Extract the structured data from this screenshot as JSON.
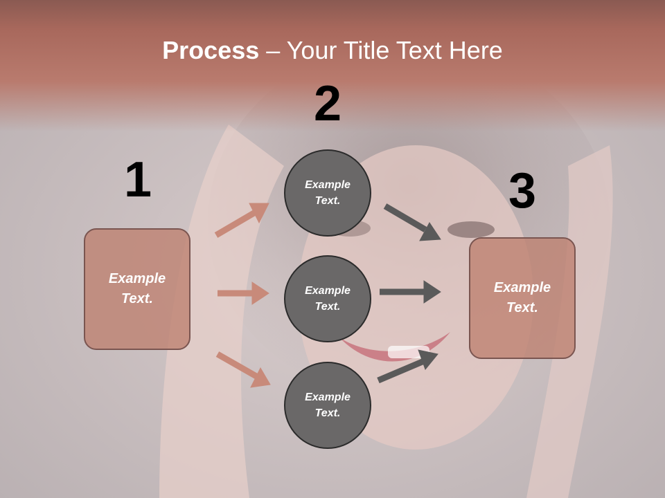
{
  "title": {
    "bold": "Process",
    "rest": " – Your Title Text Here"
  },
  "steps": {
    "one": "1",
    "two": "2",
    "three": "3"
  },
  "nodes": {
    "left_box": "Example Text.",
    "circle_top": "Example Text.",
    "circle_middle": "Example Text.",
    "circle_bottom": "Example Text.",
    "right_box": "Example Text."
  },
  "colors": {
    "header": "#b0705f",
    "box_fill": "#c08070",
    "box_border": "#7a5550",
    "circle_fill": "#6a6868",
    "circle_border": "#2b2b2b",
    "left_arrows": "#c88a7a",
    "right_arrows": "#5a5a5a",
    "numbers": "#000000"
  }
}
